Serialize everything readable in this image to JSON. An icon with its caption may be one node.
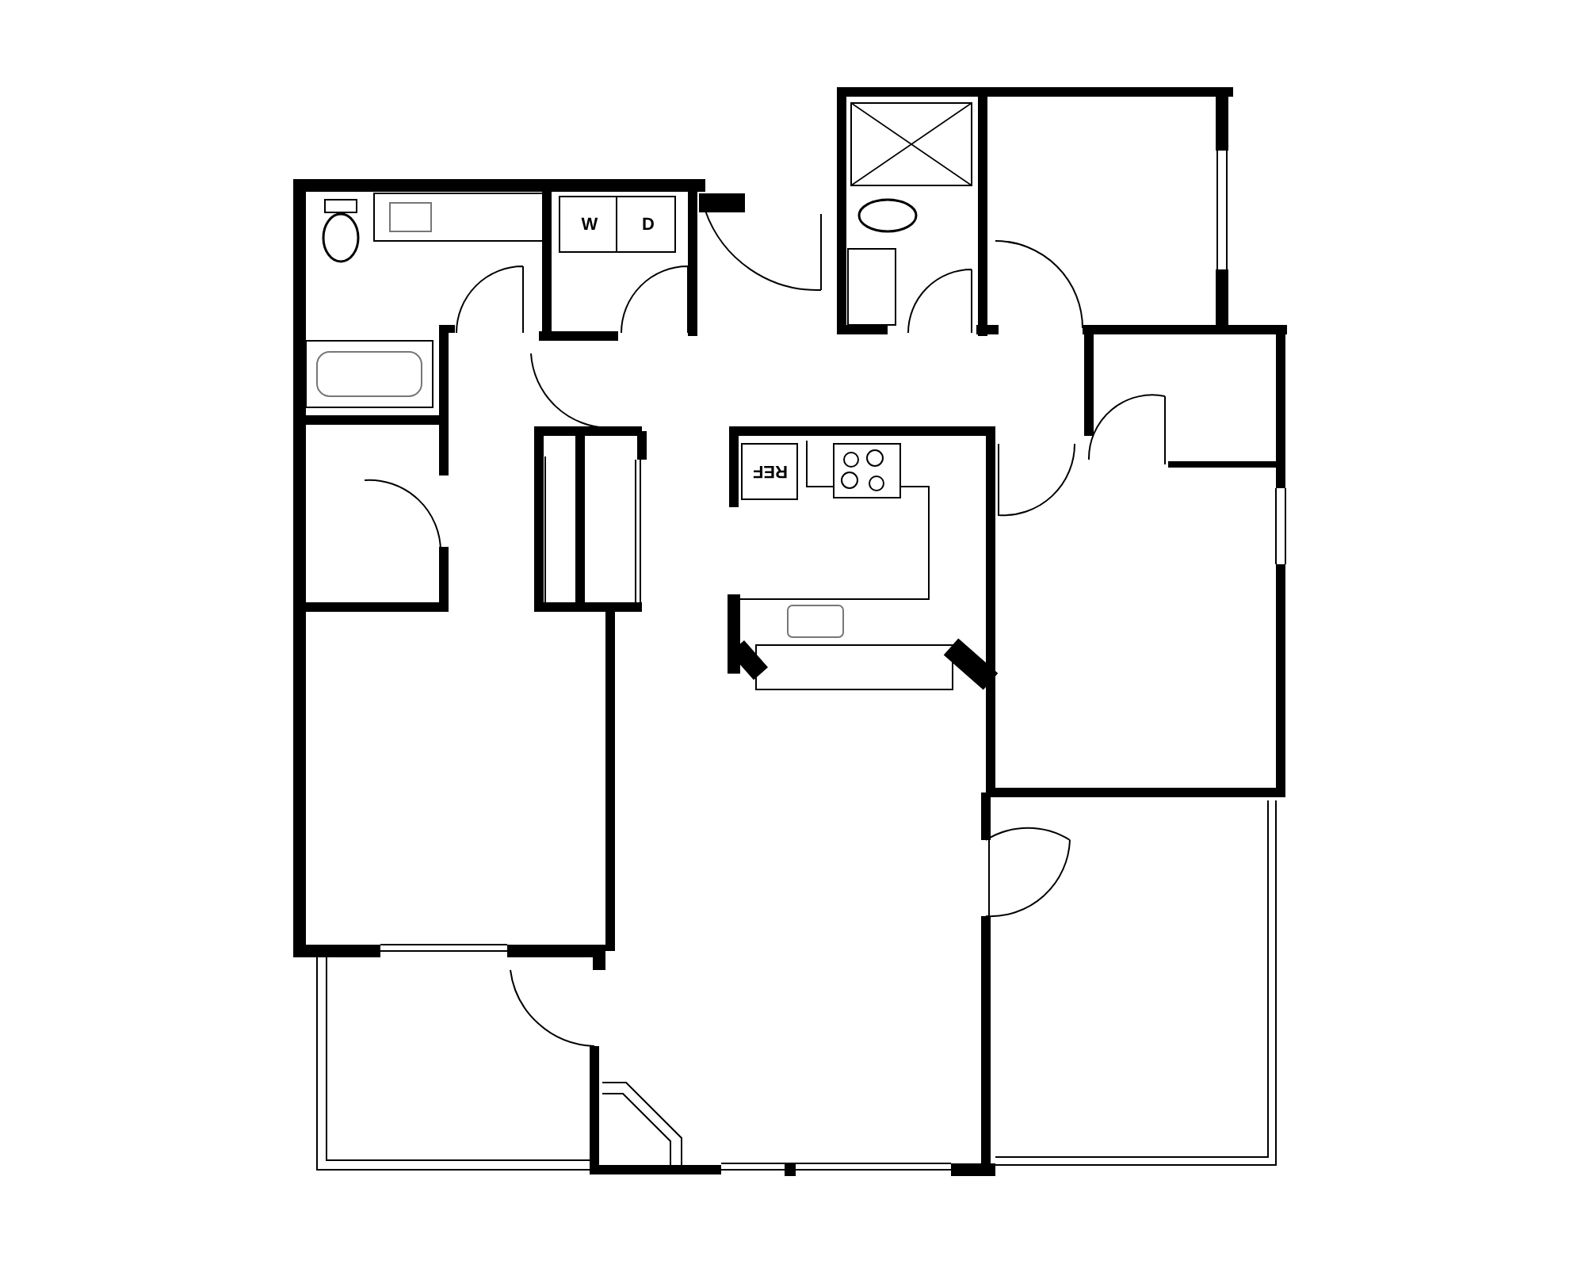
{
  "diagram": {
    "labels": [
      "W",
      "D",
      "REF"
    ]
  }
}
